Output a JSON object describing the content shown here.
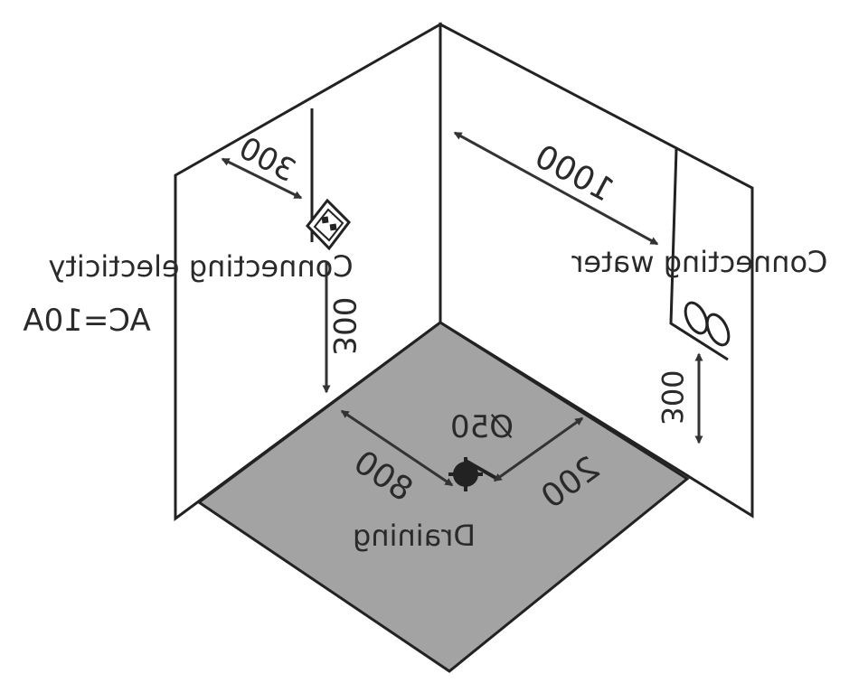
{
  "colors": {
    "floor": "#a3a3a3",
    "line": "#222222",
    "background": "#ffffff"
  },
  "labels": {
    "connecting_electricity": "Connecting electicity",
    "ac_rating": "AC=10A",
    "connecting_water": "Connecting water",
    "draining": "Draining",
    "drain_diameter": "Ø50",
    "dim_electricity_from_corner": "300",
    "dim_electricity_height": "300",
    "dim_water_from_corner": "1000",
    "dim_water_height": "300",
    "dim_drain_left": "800",
    "dim_drain_right": "200"
  },
  "icons": {
    "electricity_socket": "socket-icon",
    "water_valves": "water-valve-icon",
    "drain": "drain-icon"
  },
  "text_rendering": "mirrored"
}
